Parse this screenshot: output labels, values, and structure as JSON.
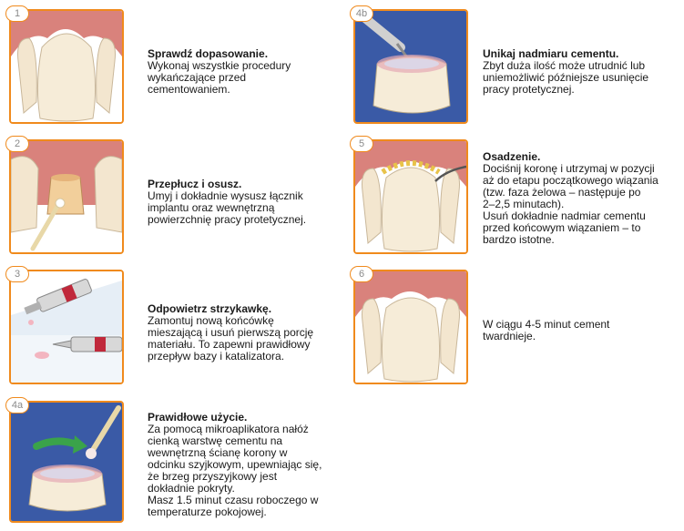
{
  "steps": [
    {
      "badge": "1",
      "title": "Sprawdź dopasowanie.",
      "body": "Wykonaj wszystkie procedury\nwykańczające przed\ncementowaniem."
    },
    {
      "badge": "2",
      "title": "Przepłucz i osusz.",
      "body": "Umyj i dokładnie wysusz łącznik\nimplantu oraz wewnętrzną\npowierzchnię pracy protetycznej."
    },
    {
      "badge": "3",
      "title": "Odpowietrz strzykawkę.",
      "body": "Zamontuj nową końcówkę\nmieszającą i usuń pierwszą porcję\nmateriału. To zapewni prawidłowy\nprzepływ bazy i katalizatora."
    },
    {
      "badge": "4a",
      "title": "Prawidłowe użycie.",
      "body": "Za pomocą mikroaplikatora nałóż\ncienką warstwę cementu na\nwewnętrzną ścianę korony w\nodcinku szyjkowym, upewniając się,\nże brzeg przyszyjkowy jest\ndokładnie pokryty.\nMasz 1.5 minut czasu roboczego w\ntemperaturze pokojowej."
    },
    {
      "badge": "4b",
      "title": "Unikaj nadmiaru cementu.",
      "body": "Zbyt duża ilość może utrudnić lub\nuniemożliwić późniejsze usunięcie\npracy protetycznej."
    },
    {
      "badge": "5",
      "title": "Osadzenie.",
      "body": "Dociśnij koronę i utrzymaj w pozycji\naż do etapu początkowego wiązania\n(tzw. faza żelowa – następuje po\n2–2,5 minutach).\nUsuń dokładnie nadmiar cementu\nprzed końcowym wiązaniem – to\nbardzo istotne."
    },
    {
      "badge": "6",
      "title": "",
      "body": "W ciągu 4-5 minut cement\ntwardnieje."
    }
  ],
  "colors": {
    "frame": "#f08a1c",
    "gum": "#d9827c",
    "tooth": "#f6ecd8",
    "blue": "#3a5aa6",
    "cement": "#e8c34a",
    "arrow": "#3aa34a"
  }
}
